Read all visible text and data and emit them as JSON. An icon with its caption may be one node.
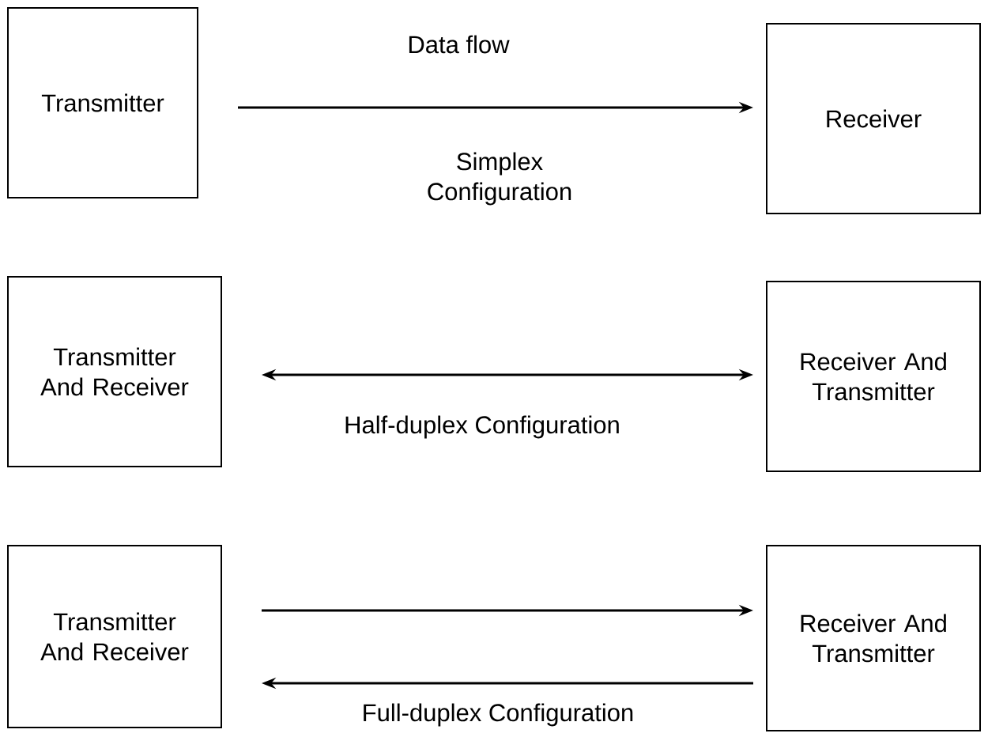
{
  "diagram": {
    "nodes": [
      {
        "text": [
          "Transmitter"
        ]
      },
      {
        "text": [
          "Receiver"
        ]
      },
      {
        "text": [
          "Transmitter And Receiver"
        ]
      },
      {
        "text": [
          "Receiver And Transmitter"
        ]
      },
      {
        "text": [
          "Transmitter And Receiver"
        ]
      },
      {
        "text": [
          "Receiver And Transmitter"
        ]
      }
    ],
    "edges": [
      {
        "from": 0,
        "to": 1,
        "arrow": "to",
        "label": "Data flow"
      },
      {
        "from": 2,
        "to": 3,
        "arrow": "both",
        "label": "Half-duplex Configuration"
      },
      {
        "from": 4,
        "to": 5,
        "arrow": "to"
      },
      {
        "from": 5,
        "to": 4,
        "arrow": "to",
        "label": "Full-duplex Configuration"
      }
    ],
    "labels": [
      "Simplex Configuration"
    ]
  }
}
